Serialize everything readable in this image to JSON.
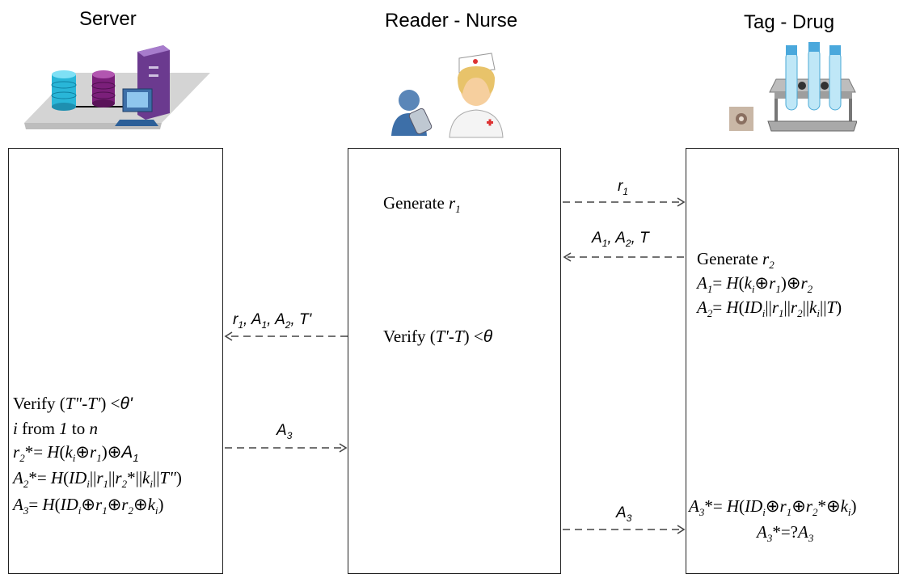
{
  "titles": {
    "server": "Server",
    "reader": "Reader - Nurse",
    "tag": "Tag  - Drug"
  },
  "icons": {
    "server": "server-database-computer-icon",
    "reader": "nurse-with-reader-icon",
    "tag": "drug-tag-test-tubes-icon"
  },
  "reader_box": {
    "generate_r1": "Generate r1",
    "verify": "Verify (T'-T) <θ"
  },
  "tag_box": {
    "generate_r2": "Generate r2",
    "a1": "A1= H(ki⊕r1)⊕r2",
    "a2": "A2= H(IDi||r1||r2||ki||T)",
    "a3_check": "A3*= H(IDi⊕r1⊕r2*⊕ki)",
    "a3_compare": "A3*=?A3"
  },
  "server_box": {
    "verify": "Verify (T\"-T') <θ'",
    "loop": "i from 1 to n",
    "r2_calc": "r2*= H(ki⊕r1)⊕A1",
    "a2_calc": "A2*= H(IDi||r1||r2*||ki||T\")",
    "a3_calc": "A3= H(IDi⊕r1⊕r2⊕ki)"
  },
  "messages": {
    "r1": "r1",
    "a1_a2_t": "A1, A2, T",
    "r1_a1_a2_tp": "r1, A1, A2, T'",
    "a3_to_reader": "A3",
    "a3_to_tag": "A3"
  },
  "colors": {
    "border": "#222222",
    "arrow": "#444444"
  }
}
